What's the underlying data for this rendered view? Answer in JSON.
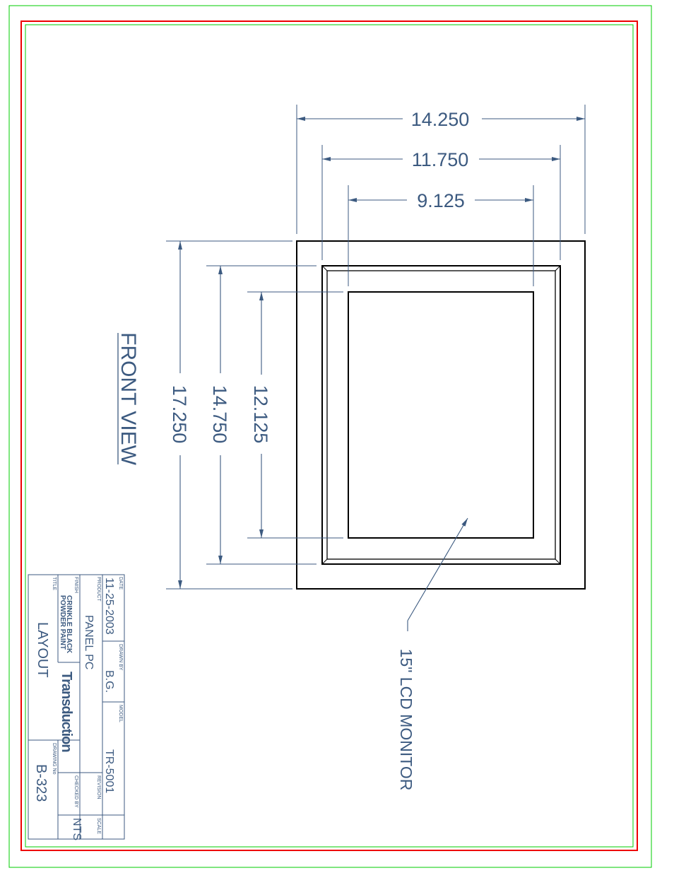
{
  "drawing": {
    "view_title": "FRONT VIEW",
    "dimensions": {
      "overall_width": "14.250",
      "bezel_width": "11.750",
      "screen_width": "9.125",
      "overall_height": "17.250",
      "bezel_height": "14.750",
      "screen_height": "12.125"
    },
    "callout": "15\" LCD MONITOR"
  },
  "title_block": {
    "date_label": "DATE",
    "date": "11-25-2003",
    "drawn_by_label": "DRAWN BY",
    "drawn_by": "B.G.",
    "model_label": "MODEL",
    "model": "TR-5001",
    "product_label": "PRODUCT",
    "product": "PANEL PC",
    "revision_label": "REVISION",
    "scale_label": "SCALE",
    "scale": "NTS",
    "finish_label": "FINISH",
    "finish_line1": "CRINKLE BLACK",
    "finish_line2": "POWDER PAINT",
    "company": "Transduction",
    "checked_by_label": "CHECKED BY",
    "title_label": "TITLE",
    "title": "LAYOUT",
    "drawing_no_label": "DRAWING No",
    "drawing_no": "B-323"
  },
  "colors": {
    "ink": "#3c5a80",
    "outer_border": "#00cc00",
    "red_border": "#ee0000"
  }
}
